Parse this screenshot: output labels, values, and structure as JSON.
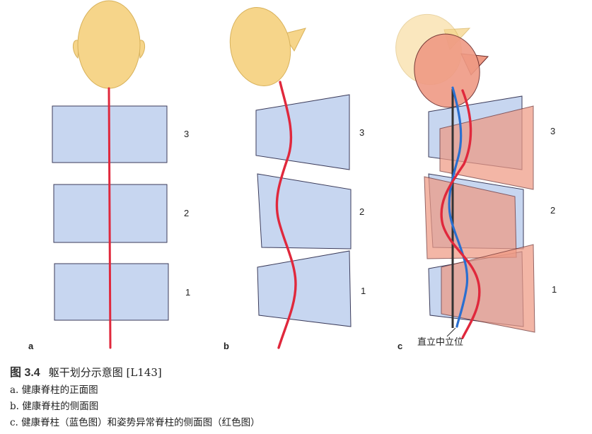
{
  "panels": [
    {
      "id": "a",
      "label": "a",
      "view": "front"
    },
    {
      "id": "b",
      "label": "b",
      "view": "side"
    },
    {
      "id": "c",
      "label": "c",
      "view": "side-comparison"
    }
  ],
  "segments": [
    "3",
    "2",
    "1"
  ],
  "annotation": "直立中立位",
  "caption": {
    "figure_no": "图 3.4",
    "title": "躯干划分示意图 [L143]",
    "lines": [
      "a. 健康脊柱的正面图",
      "b. 健康脊柱的侧面图",
      "c. 健康脊柱（蓝色图）和姿势异常脊柱的侧面图（红色图）"
    ]
  },
  "colors": {
    "head": "#f6d58a",
    "head_stroke": "#d8b25c",
    "block": "#c7d6f0",
    "block_stroke": "#3b3b5a",
    "spine_red": "#e0283c",
    "spine_blue": "#2a6fd0",
    "posture_red": "#ef9a84",
    "plumb_line": "#333333"
  }
}
